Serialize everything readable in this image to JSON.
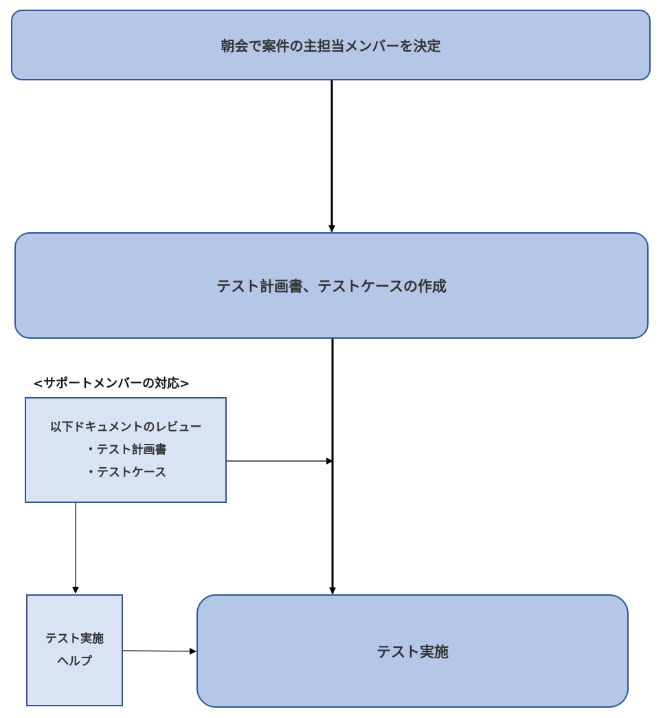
{
  "steps": {
    "morning_meeting": "朝会で案件の主担当メンバーを決定",
    "create_plan": "テスト計画書、テストケースの作成",
    "run_tests": "テスト実施"
  },
  "support": {
    "label": "<サポートメンバーの対応>",
    "review": {
      "title": "以下ドキュメントのレビュー",
      "items": [
        "・テスト計画書",
        "・テストケース"
      ]
    },
    "help": {
      "lines": [
        "テスト実施",
        "ヘルプ"
      ]
    }
  },
  "colors": {
    "main_fill": "#b4c7e7",
    "sub_fill": "#dae3f3",
    "border": "#2f5597",
    "arrow": "#000000"
  }
}
